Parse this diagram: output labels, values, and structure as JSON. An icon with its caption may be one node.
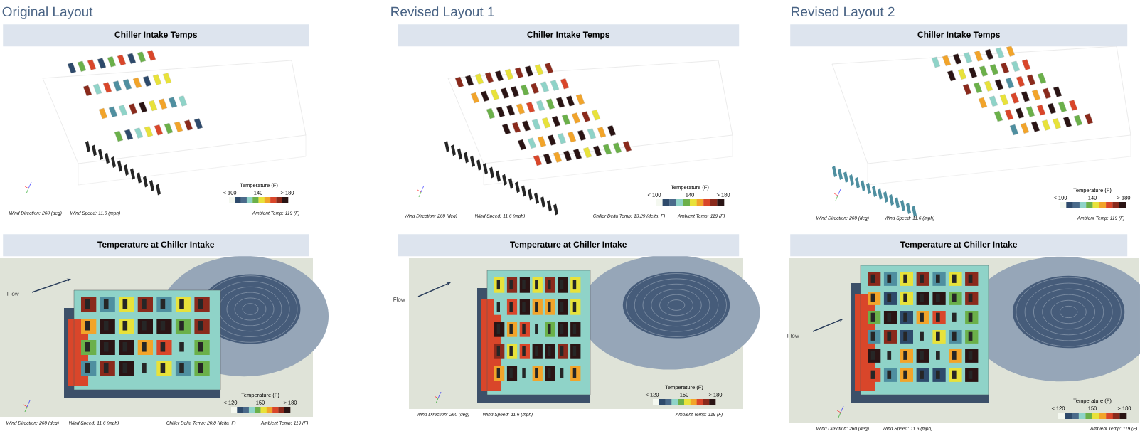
{
  "diagram": {
    "nodes": [
      {
        "text": [
          "Chiller Intake Temps"
        ]
      },
      {
        "text": [
          "Chiller Intake Temps"
        ]
      },
      {
        "text": [
          "Chiller Intake Temps"
        ]
      },
      {
        "text": [
          "Temperature at Chiller Intake"
        ]
      },
      {
        "text": [
          "Temperature at Chiller Intake"
        ]
      },
      {
        "text": [
          "Temperature at Chiller Intake"
        ]
      }
    ],
    "labels": [
      "Original Layout",
      "Revised Layout 1",
      "Revised Layout 2",
      "Temperature (F)",
      "< 100",
      "140",
      "> 180",
      "Wind Direction: 260 (deg)",
      "Wind Speed: 11.6 (mph)",
      "Ambient Temp: 119 (F)",
      "Temperature (F)",
      "< 100",
      "140",
      "> 180",
      "Wind Direction: 260 (deg)",
      "Wind Speed: 11.6 (mph)",
      "Chiller Delta Temp: 13.29 (delta_F)",
      "Ambient Temp: 119 (F)",
      "Temperature (F)",
      "< 100",
      "140",
      "> 180",
      "Wind Direction: 260 (deg)",
      "Wind Speed: 11.6 (mph)",
      "Ambient Temp: 119 (F)",
      "Flow",
      "Temperature (F)",
      "< 120",
      "150",
      "> 180",
      "Wind Direction: 260 (deg)",
      "Wind Speed: 11.6 (mph)",
      "Chiller Delta Temp: 20.8 (delta_F)",
      "Ambient Temp: 119 (F)",
      "Flow",
      "Temperature (F)",
      "< 120",
      "150",
      "> 180",
      "Wind Direction: 260 (deg)",
      "Wind Speed: 11.6 (mph)",
      "Ambient Temp: 119 (F)",
      "Flow",
      "Temperature (F)",
      "< 120",
      "150",
      "> 180",
      "Wind Direction: 260 (deg)",
      "Wind Speed: 11.6 (mph)",
      "Ambient Temp: 119 (F)"
    ]
  }
}
